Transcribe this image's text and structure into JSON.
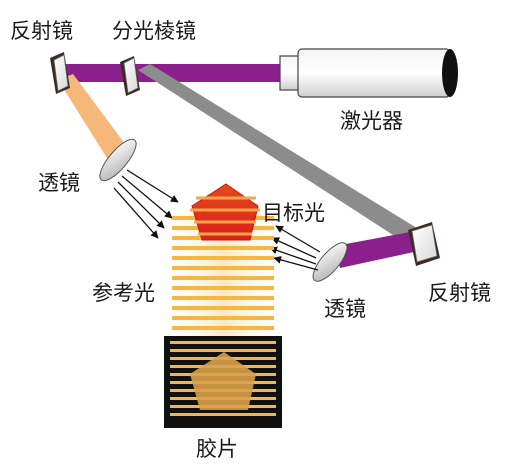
{
  "labels": {
    "mirror_top": "反射镜",
    "prism": "分光棱镜",
    "laser": "激光器",
    "lens_left": "透镜",
    "target_light": "目标光",
    "reference_light": "参考光",
    "lens_right": "透镜",
    "mirror_right": "反射镜",
    "film": "胶片"
  },
  "colors": {
    "laser_beam": "#8b1f8b",
    "reference_beam": "#f5b87a",
    "object_beam": "#8c8c8c",
    "object_fill": "#e8481e",
    "reference_stripes": "#f6b640",
    "film_frame": "#111111"
  }
}
